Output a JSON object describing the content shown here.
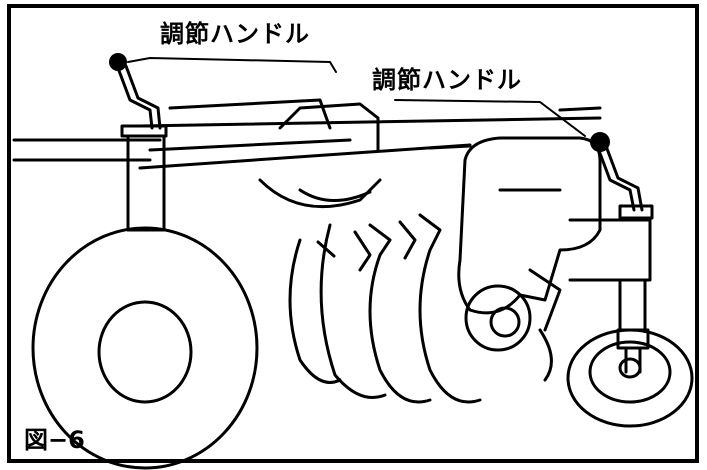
{
  "callouts": [
    {
      "label": "調節ハンドル"
    },
    {
      "label": "調節ハンドル"
    }
  ],
  "figure_number": "図−6",
  "colors": {
    "ink": "#000000",
    "paper": "#ffffff"
  }
}
